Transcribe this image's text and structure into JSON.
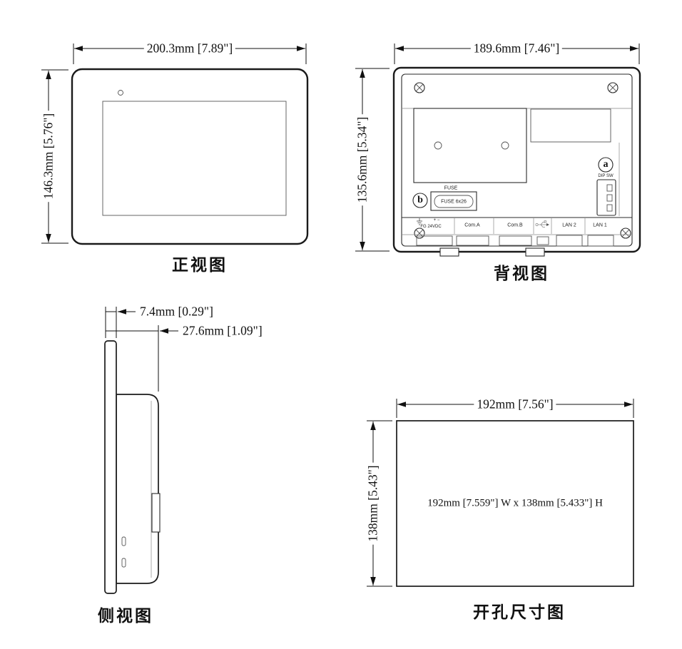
{
  "front": {
    "title": "正视图",
    "width_dim": "200.3mm [7.89\"]",
    "height_dim": "146.3mm [5.76\"]"
  },
  "back": {
    "title": "背视图",
    "width_dim": "189.6mm [7.46\"]",
    "height_dim": "135.6mm [5.34\"]",
    "callout_a": "a",
    "dip_sw_label": "DIP SW",
    "callout_b": "b",
    "fuse_label": "FUSE",
    "fuse_text": "FUSE 6x26",
    "power_marks": "+ −",
    "power_label": "FG  24VDC",
    "com_a": "Com.A",
    "com_b": "Com.B",
    "lan2": "LAN 2",
    "lan1": "LAN 1"
  },
  "side": {
    "title": "侧视图",
    "depth_bezel_dim": "7.4mm [0.29\"]",
    "depth_total_dim": "27.6mm [1.09\"]"
  },
  "cutout": {
    "title": "开孔尺寸图",
    "width_dim": "192mm [7.56\"]",
    "height_dim": "138mm [5.43\"]",
    "panel_text": "192mm [7.559\"] W x 138mm [5.433\"] H"
  }
}
